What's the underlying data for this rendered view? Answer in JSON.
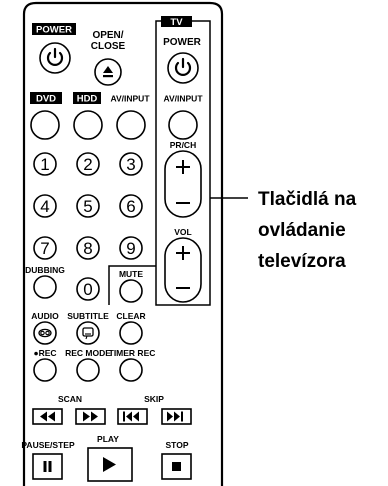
{
  "remote": {
    "tv_box_label": "TV",
    "power": "POWER",
    "open_close_line1": "OPEN/",
    "open_close_line2": "CLOSE",
    "tv_power": "POWER",
    "dvd": "DVD",
    "hdd": "HDD",
    "av_input": "AV/INPUT",
    "tv_av_input": "AV/INPUT",
    "digits": [
      "1",
      "2",
      "3",
      "4",
      "5",
      "6",
      "7",
      "8",
      "9",
      "0"
    ],
    "pr_ch": "PR/CH",
    "vol": "VOL",
    "dubbing": "DUBBING",
    "mute": "MUTE",
    "audio": "AUDIO",
    "subtitle": "SUBTITLE",
    "clear": "CLEAR",
    "rec": "●REC",
    "rec_mode": "REC MODE",
    "timer_rec": "TIMER REC",
    "scan": "SCAN",
    "skip": "SKIP",
    "pause_step": "PAUSE/STEP",
    "play": "PLAY",
    "stop": "STOP"
  },
  "callout": {
    "line1": "Tlačidlá na",
    "line2": "ovládanie",
    "line3": "televízora"
  }
}
